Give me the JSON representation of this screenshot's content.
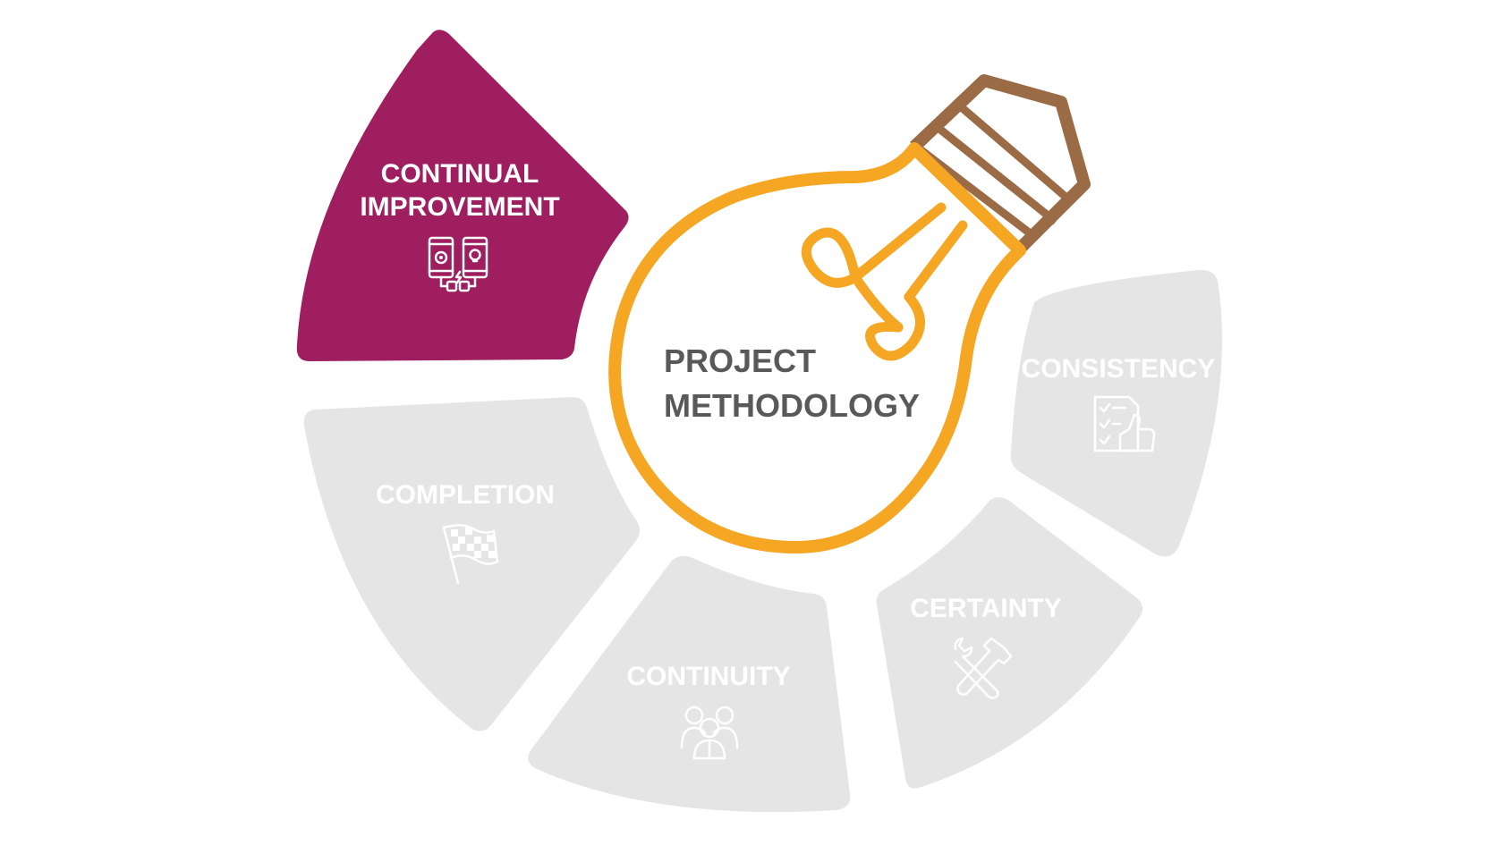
{
  "center": {
    "title_line1": "PROJECT",
    "title_line2": "METHODOLOGY"
  },
  "segments": [
    {
      "id": "continual-improvement",
      "label_line1": "CONTINUAL",
      "label_line2": "IMPROVEMENT",
      "icon": "phones-connection-icon",
      "highlighted": true
    },
    {
      "id": "completion",
      "label_line1": "COMPLETION",
      "icon": "checkered-flag-icon",
      "highlighted": false
    },
    {
      "id": "continuity",
      "label_line1": "CONTINUITY",
      "icon": "team-people-icon",
      "highlighted": false
    },
    {
      "id": "certainty",
      "label_line1": "CERTAINTY",
      "icon": "wrench-hammer-icon",
      "highlighted": false
    },
    {
      "id": "consistency",
      "label_line1": "CONSISTENCY",
      "icon": "checklist-thumbs-up-icon",
      "highlighted": false
    }
  ],
  "colors": {
    "highlight": "#9E1E5F",
    "inactive": "#E5E5E5",
    "bulb_outline": "#F5A623",
    "bulb_base": "#9A6B45",
    "center_text": "#595959"
  }
}
